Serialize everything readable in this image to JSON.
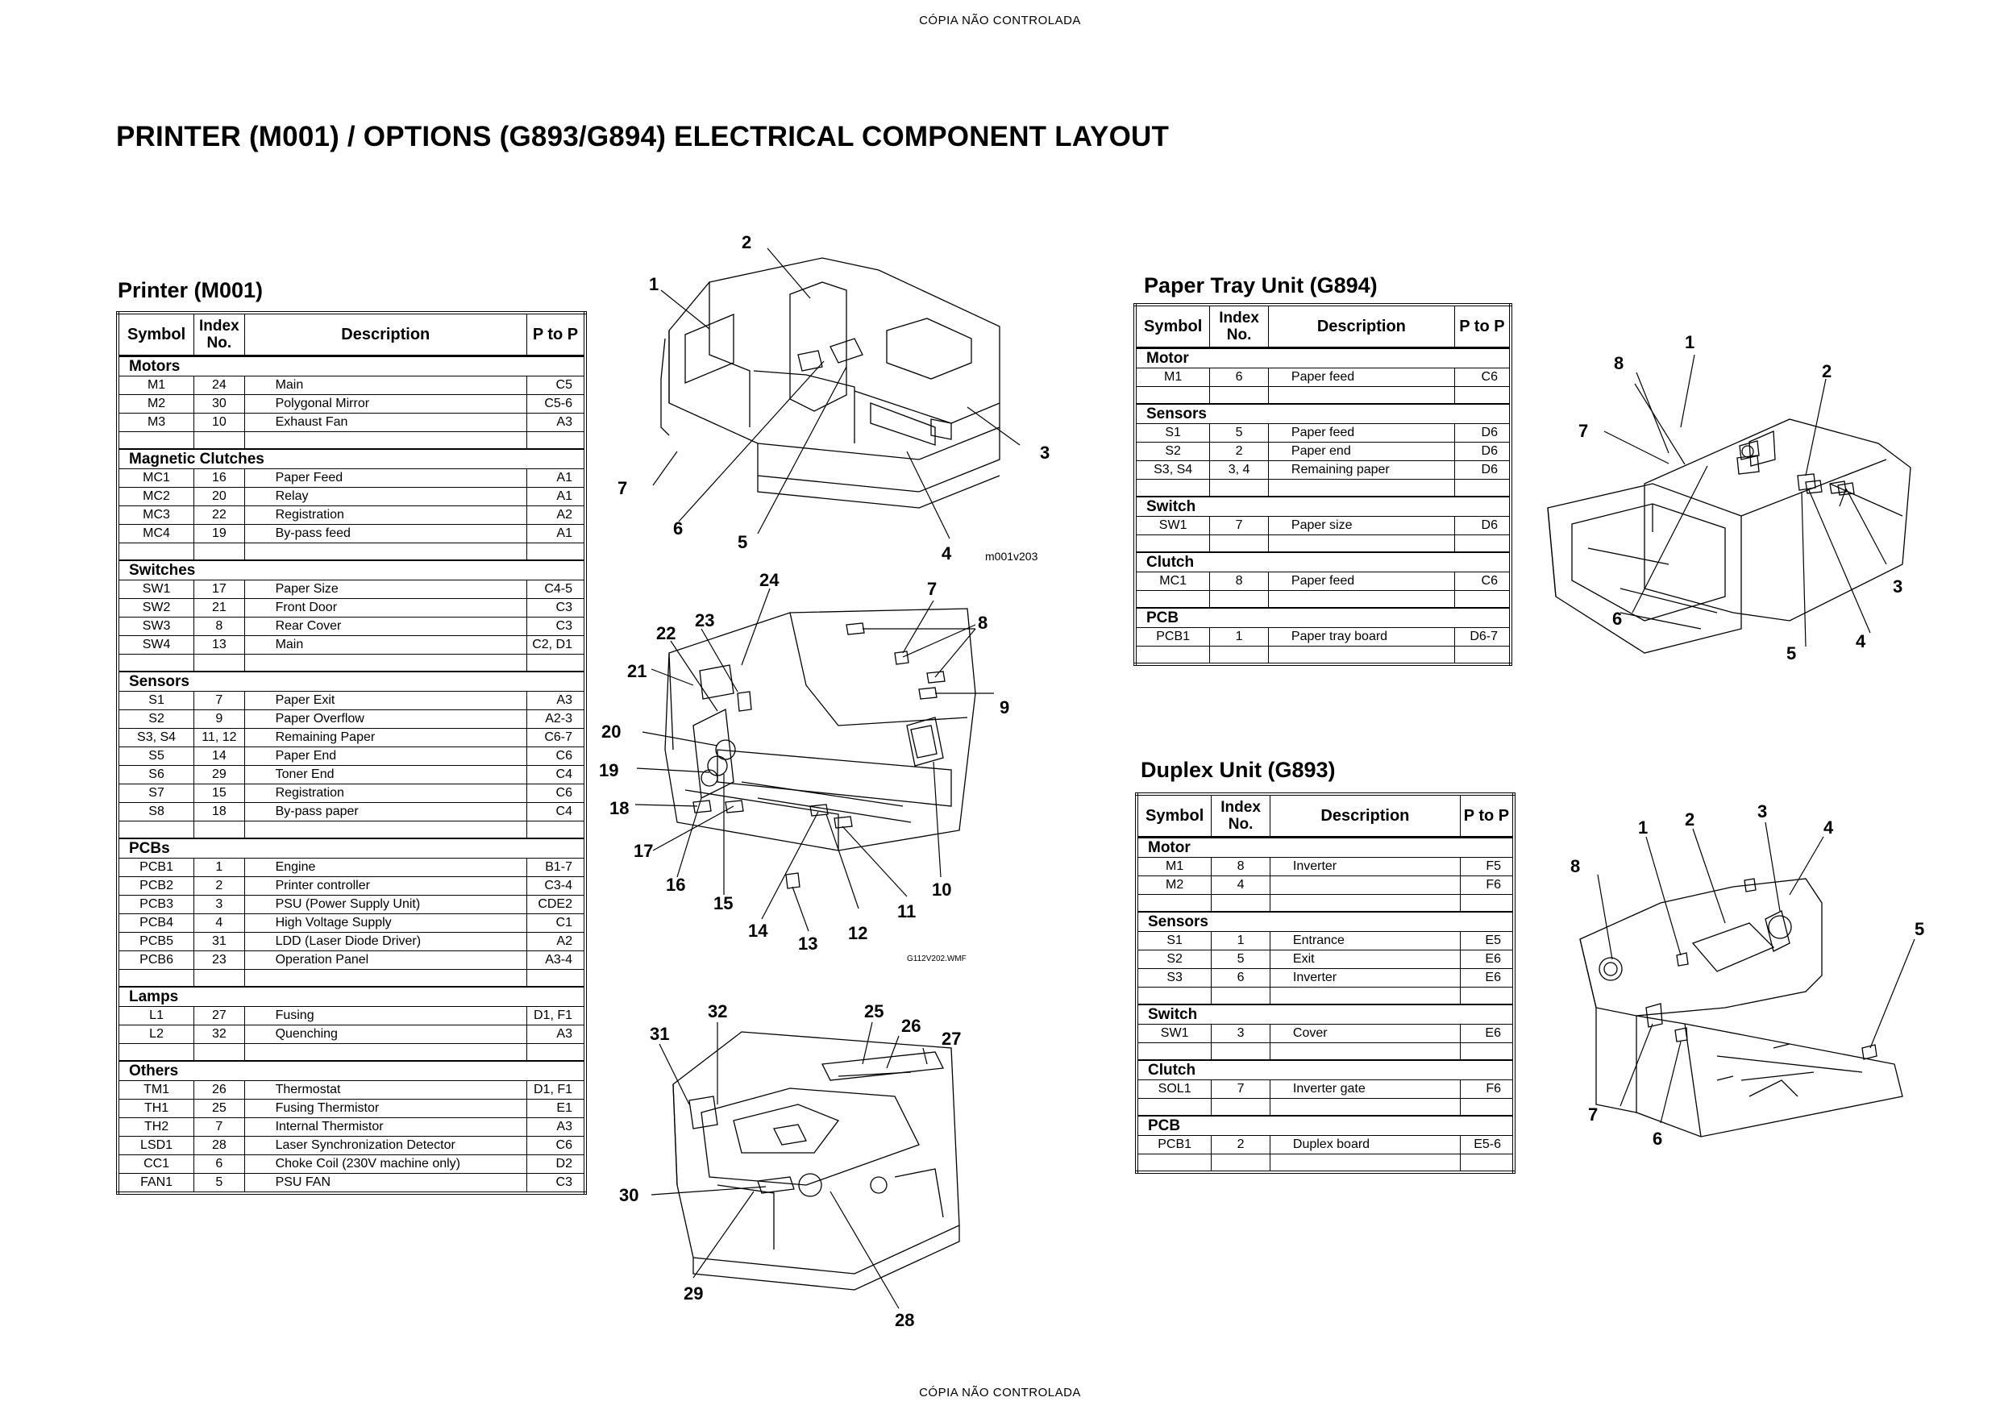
{
  "watermark": {
    "top": "CÓPIA NÃO CONTROLADA",
    "bottom": "CÓPIA NÃO CONTROLADA"
  },
  "page_title": "PRINTER (M001) / OPTIONS (G893/G894) ELECTRICAL COMPONENT LAYOUT",
  "headers": {
    "symbol": "Symbol",
    "index_l1": "Index",
    "index_l2": "No.",
    "description": "Description",
    "ptop": "P to P"
  },
  "printer": {
    "title": "Printer (M001)",
    "sections": [
      {
        "name": "Motors",
        "rows": [
          [
            "M1",
            "24",
            "Main",
            "C5"
          ],
          [
            "M2",
            "30",
            "Polygonal Mirror",
            "C5-6"
          ],
          [
            "M3",
            "10",
            "Exhaust Fan",
            "A3"
          ]
        ]
      },
      {
        "name": "Magnetic Clutches",
        "rows": [
          [
            "MC1",
            "16",
            "Paper Feed",
            "A1"
          ],
          [
            "MC2",
            "20",
            "Relay",
            "A1"
          ],
          [
            "MC3",
            "22",
            "Registration",
            "A2"
          ],
          [
            "MC4",
            "19",
            "By-pass feed",
            "A1"
          ]
        ]
      },
      {
        "name": "Switches",
        "rows": [
          [
            "SW1",
            "17",
            "Paper Size",
            "C4-5"
          ],
          [
            "SW2",
            "21",
            "Front Door",
            "C3"
          ],
          [
            "SW3",
            "8",
            "Rear Cover",
            "C3"
          ],
          [
            "SW4",
            "13",
            "Main",
            "C2, D1"
          ]
        ]
      },
      {
        "name": "Sensors",
        "rows": [
          [
            "S1",
            "7",
            "Paper Exit",
            "A3"
          ],
          [
            "S2",
            "9",
            "Paper Overflow",
            "A2-3"
          ],
          [
            "S3, S4",
            "11, 12",
            "Remaining Paper",
            "C6-7"
          ],
          [
            "S5",
            "14",
            "Paper End",
            "C6"
          ],
          [
            "S6",
            "29",
            "Toner End",
            "C4"
          ],
          [
            "S7",
            "15",
            "Registration",
            "C6"
          ],
          [
            "S8",
            "18",
            "By-pass paper",
            "C4"
          ]
        ]
      },
      {
        "name": "PCBs",
        "rows": [
          [
            "PCB1",
            "1",
            "Engine",
            "B1-7"
          ],
          [
            "PCB2",
            "2",
            "Printer controller",
            "C3-4"
          ],
          [
            "PCB3",
            "3",
            "PSU (Power Supply Unit)",
            "CDE2"
          ],
          [
            "PCB4",
            "4",
            "High Voltage Supply",
            "C1"
          ],
          [
            "PCB5",
            "31",
            "LDD (Laser Diode Driver)",
            "A2"
          ],
          [
            "PCB6",
            "23",
            "Operation Panel",
            "A3-4"
          ]
        ]
      },
      {
        "name": "Lamps",
        "rows": [
          [
            "L1",
            "27",
            "Fusing",
            "D1, F1"
          ],
          [
            "L2",
            "32",
            "Quenching",
            "A3"
          ]
        ]
      },
      {
        "name": "Others",
        "rows": [
          [
            "TM1",
            "26",
            "Thermostat",
            "D1, F1"
          ],
          [
            "TH1",
            "25",
            "Fusing Thermistor",
            "E1"
          ],
          [
            "TH2",
            "7",
            "Internal Thermistor",
            "A3"
          ],
          [
            "LSD1",
            "28",
            "Laser Synchronization Detector",
            "C6"
          ],
          [
            "CC1",
            "6",
            "Choke Coil (230V machine only)",
            "D2"
          ],
          [
            "FAN1",
            "5",
            "PSU FAN",
            "C3"
          ]
        ]
      }
    ]
  },
  "paper_tray": {
    "title": "Paper Tray Unit (G894)",
    "sections": [
      {
        "name": "Motor",
        "rows": [
          [
            "M1",
            "6",
            "Paper feed",
            "C6"
          ]
        ]
      },
      {
        "name": "Sensors",
        "rows": [
          [
            "S1",
            "5",
            "Paper feed",
            "D6"
          ],
          [
            "S2",
            "2",
            "Paper end",
            "D6"
          ],
          [
            "S3, S4",
            "3, 4",
            "Remaining paper",
            "D6"
          ]
        ]
      },
      {
        "name": "Switch",
        "rows": [
          [
            "SW1",
            "7",
            "Paper size",
            "D6"
          ]
        ]
      },
      {
        "name": "Clutch",
        "rows": [
          [
            "MC1",
            "8",
            "Paper feed",
            "C6"
          ]
        ]
      },
      {
        "name": "PCB",
        "rows": [
          [
            "PCB1",
            "1",
            "Paper tray board",
            "D6-7"
          ]
        ]
      }
    ]
  },
  "duplex": {
    "title": "Duplex Unit (G893)",
    "sections": [
      {
        "name": "Motor",
        "rows": [
          [
            "M1",
            "8",
            "Inverter",
            "F5"
          ],
          [
            "M2",
            "4",
            "",
            "F6"
          ]
        ]
      },
      {
        "name": "Sensors",
        "rows": [
          [
            "S1",
            "1",
            "Entrance",
            "E5"
          ],
          [
            "S2",
            "5",
            "Exit",
            "E6"
          ],
          [
            "S3",
            "6",
            "Inverter",
            "E6"
          ]
        ]
      },
      {
        "name": "Switch",
        "rows": [
          [
            "SW1",
            "3",
            "Cover",
            "E6"
          ]
        ]
      },
      {
        "name": "Clutch",
        "rows": [
          [
            "SOL1",
            "7",
            "Inverter gate",
            "F6"
          ]
        ]
      },
      {
        "name": "PCB",
        "rows": [
          [
            "PCB1",
            "2",
            "Duplex board",
            "E5-6"
          ]
        ]
      }
    ]
  },
  "diagrams": {
    "printer_top": {
      "caption": "m001v203",
      "callouts": [
        "1",
        "2",
        "3",
        "4",
        "5",
        "6",
        "7"
      ]
    },
    "printer_mid": {
      "caption": "G112V202.WMF",
      "callouts": [
        "7",
        "8",
        "9",
        "10",
        "11",
        "12",
        "13",
        "14",
        "15",
        "16",
        "17",
        "18",
        "19",
        "20",
        "21",
        "22",
        "23",
        "24"
      ]
    },
    "printer_bottom": {
      "callouts": [
        "25",
        "26",
        "27",
        "28",
        "29",
        "30",
        "31",
        "32"
      ]
    },
    "tray": {
      "callouts": [
        "1",
        "2",
        "3",
        "4",
        "5",
        "6",
        "7",
        "8"
      ]
    },
    "duplex": {
      "callouts": [
        "1",
        "2",
        "3",
        "4",
        "5",
        "6",
        "7",
        "8"
      ]
    }
  }
}
